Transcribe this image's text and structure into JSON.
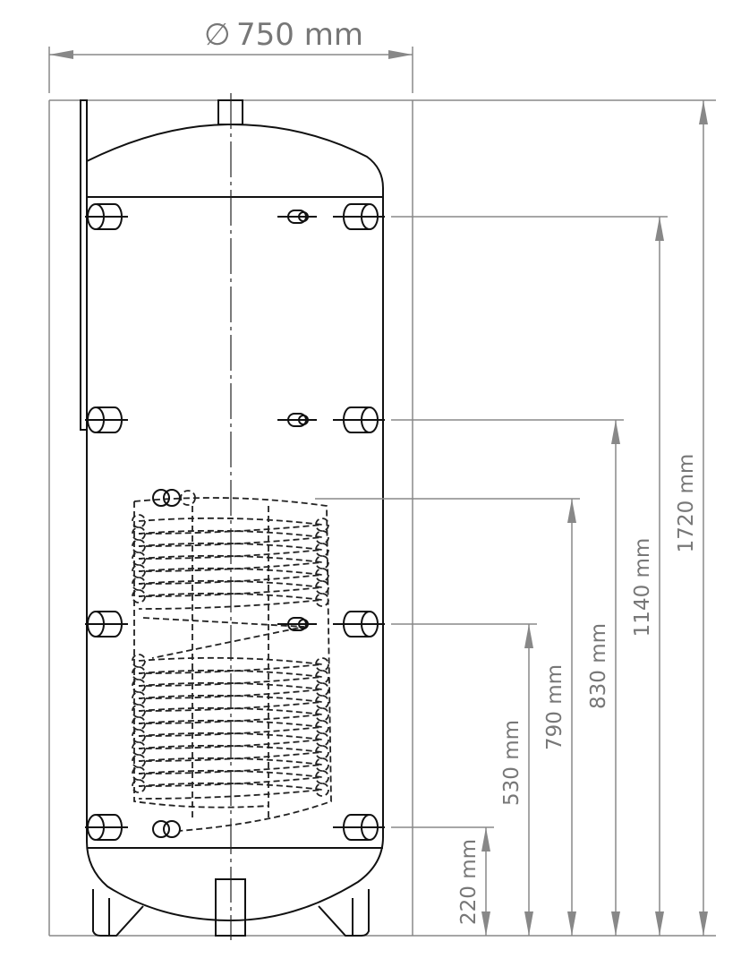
{
  "diameter": {
    "symbol": "∅",
    "label": "750 mm"
  },
  "heights": [
    {
      "id": "h220",
      "label": "220 mm"
    },
    {
      "id": "h530",
      "label": "530 mm"
    },
    {
      "id": "h790",
      "label": "790 mm"
    },
    {
      "id": "h830",
      "label": "830 mm"
    },
    {
      "id": "h1140",
      "label": "1140 mm"
    },
    {
      "id": "h1720",
      "label": "1720 mm"
    }
  ]
}
